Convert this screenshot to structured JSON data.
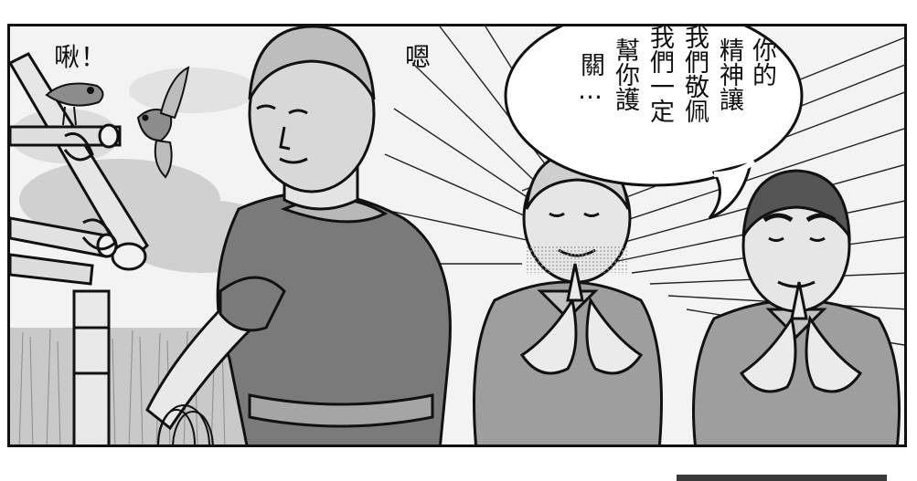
{
  "sfx": {
    "chirp": "啾！",
    "hmm": "嗯"
  },
  "speech_bubble": {
    "lines": [
      "你的",
      "精神讓",
      "我們敬佩",
      "我們一定",
      "幫你護",
      "關…"
    ]
  },
  "colors": {
    "ink": "#111111",
    "tone_light": "#d9d9d9",
    "tone_mid": "#9a9a9a",
    "tone_dark": "#6e6e6e",
    "paper": "#ffffff"
  }
}
